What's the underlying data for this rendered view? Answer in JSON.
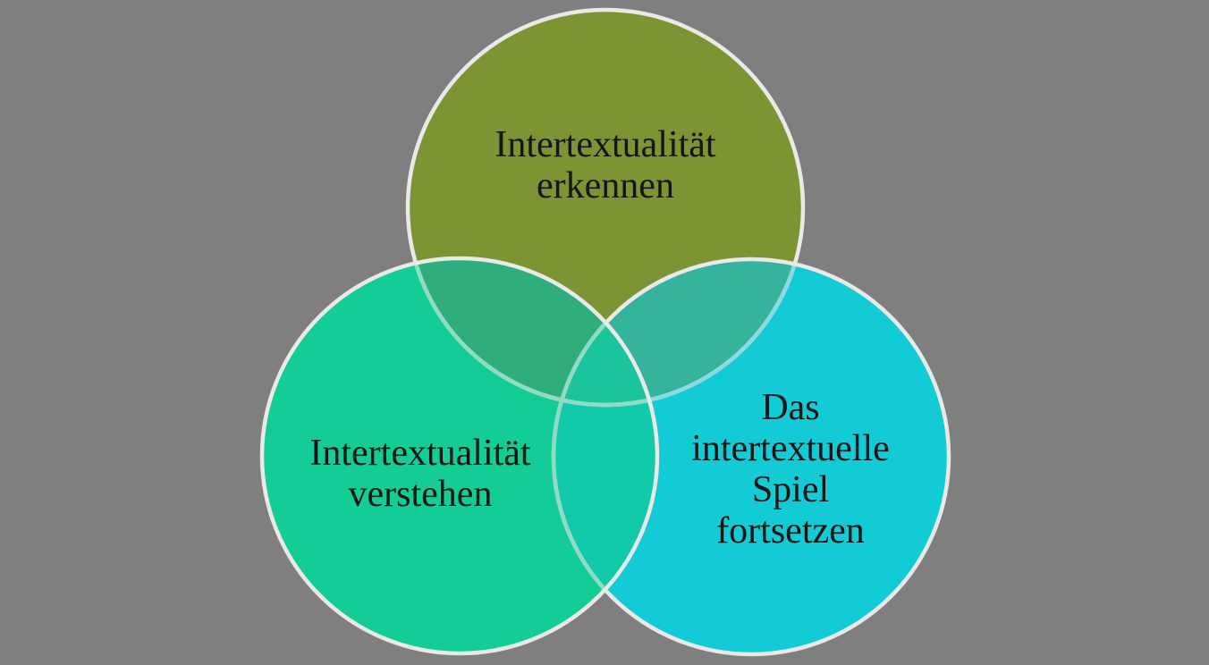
{
  "background": {
    "color": "#7F7F7F"
  },
  "diagram": {
    "type": "venn",
    "text_color": "#161616",
    "border": {
      "bright": "#E9E9E7",
      "faint_on_green": "#8FDCC4",
      "faint_on_cyan": "#8CDADF"
    },
    "circles": {
      "top": {
        "label": "Intertextualität erkennen",
        "lines": [
          "Intertextualität",
          "erkennen"
        ],
        "fill": "#7D9434"
      },
      "left": {
        "label": "Intertextualität verstehen",
        "lines": [
          "Intertextualität",
          "verstehen"
        ],
        "fill": "#13CC96"
      },
      "right": {
        "label": "Das intertextuelle Spiel fortsetzen",
        "lines": [
          "Das",
          "intertextuelle",
          "Spiel",
          "fortsetzen"
        ],
        "fill": "#13CBD5"
      }
    },
    "overlaps": {
      "top_left": "#2FAE7B",
      "top_right": "#35B39C",
      "left_right": "#12C9A9",
      "center": "#1BC49B"
    }
  }
}
